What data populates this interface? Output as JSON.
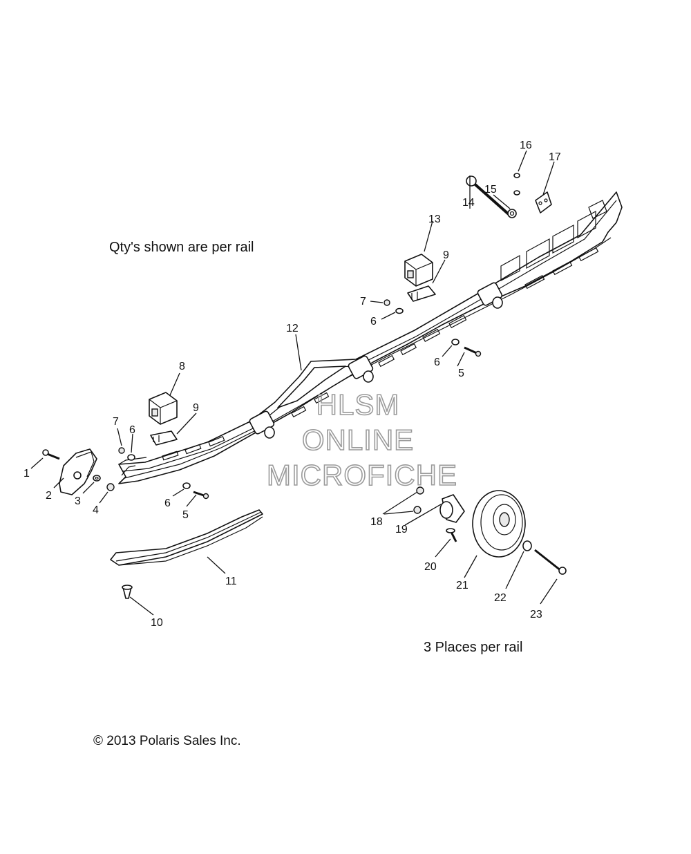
{
  "notes": {
    "qty_note": "Qty's shown are per rail",
    "places_note": "3 Places per rail",
    "copyright": "© 2013 Polaris Sales Inc."
  },
  "watermark": {
    "line1": "HLSM",
    "line2": "ONLINE",
    "line3": "MICROFICHE"
  },
  "callouts": {
    "c1": "1",
    "c2": "2",
    "c3": "3",
    "c4": "4",
    "c5a": "5",
    "c5b": "5",
    "c6a": "6",
    "c6b": "6",
    "c6c": "6",
    "c6d": "6",
    "c7a": "7",
    "c7b": "7",
    "c8": "8",
    "c9a": "9",
    "c9b": "9",
    "c10": "10",
    "c11": "11",
    "c12": "12",
    "c13": "13",
    "c14": "14",
    "c15": "15",
    "c16": "16",
    "c17": "17",
    "c18": "18",
    "c19": "19",
    "c20": "20",
    "c21": "21",
    "c22": "22",
    "c23": "23"
  }
}
